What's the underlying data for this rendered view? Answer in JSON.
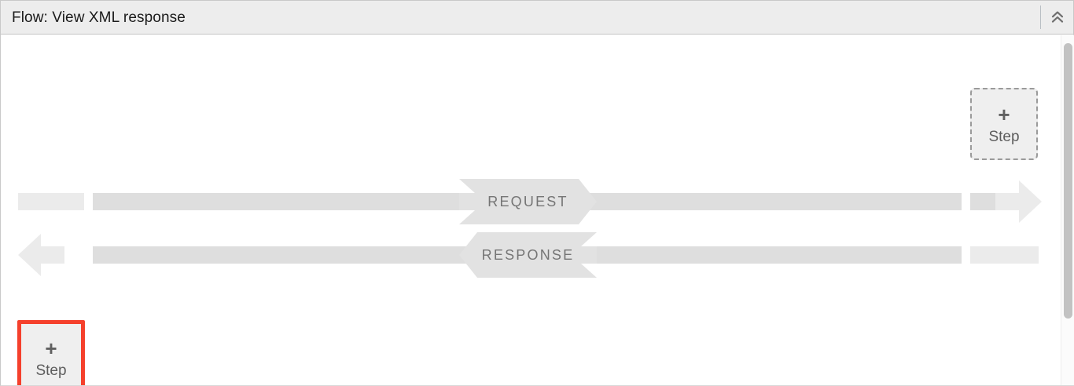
{
  "header": {
    "title": "Flow: View XML response",
    "collapse_icon": "chevrons-up-icon",
    "background_color": "#ededed"
  },
  "canvas": {
    "background_color": "#ffffff"
  },
  "steps": [
    {
      "id": "step-top-right",
      "plus": "+",
      "label": "Step",
      "border_style": "dashed",
      "border_color": "#9a9a9a",
      "fill_color": "#efefef",
      "selected": false
    },
    {
      "id": "step-bottom-left",
      "plus": "+",
      "label": "Step",
      "border_style": "solid",
      "border_color": "#f5402c",
      "fill_color": "#efefef",
      "selected": true
    }
  ],
  "flows": [
    {
      "id": "request",
      "label": "REQUEST",
      "direction": "right",
      "bar_color": "#dedede",
      "stub_color": "#ebebeb",
      "banner_color": "#e2e2e2",
      "label_color": "#757575"
    },
    {
      "id": "response",
      "label": "RESPONSE",
      "direction": "left",
      "bar_color": "#dedede",
      "stub_color": "#ebebeb",
      "banner_color": "#e2e2e2",
      "label_color": "#757575"
    }
  ],
  "scrollbar": {
    "orientation": "vertical",
    "thumb_color": "#c2c2c2",
    "track_color": "#fbfbfb"
  }
}
